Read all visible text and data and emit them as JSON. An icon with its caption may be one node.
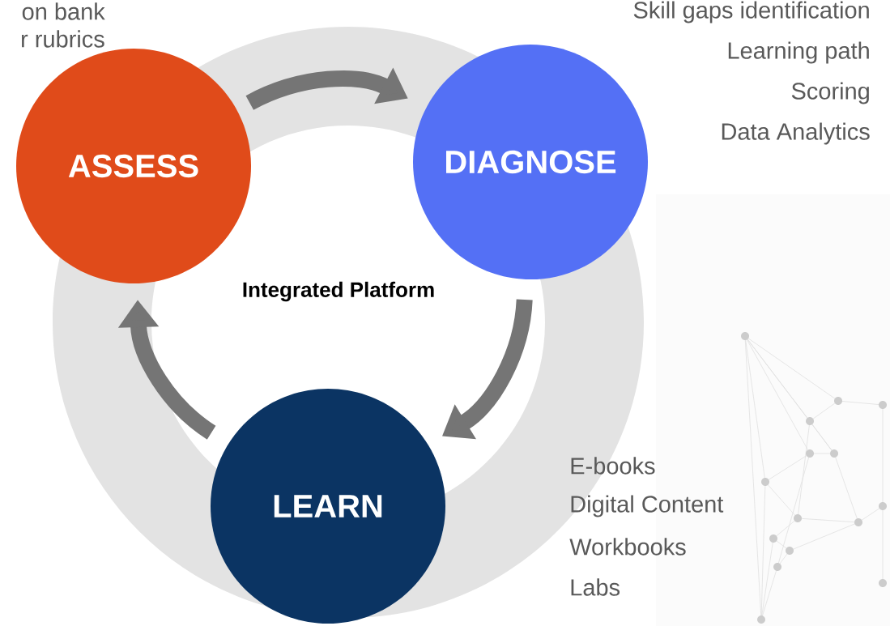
{
  "diagram": {
    "nodes": [
      {
        "text": [
          "ASSESS"
        ],
        "beside": [
          "on bank",
          "r rubrics"
        ]
      },
      {
        "text": [
          "DIAGNOSE"
        ],
        "beside": [
          "Skill gaps identification",
          "Learning path",
          "Scoring",
          "Data Analytics"
        ]
      },
      {
        "text": [
          "LEARN"
        ],
        "beside": [
          "E-books",
          "Digital Content",
          "Workbooks",
          "Labs"
        ]
      }
    ],
    "edges": [
      {
        "from": 0,
        "to": 1,
        "arrow": "to"
      },
      {
        "from": 1,
        "to": 2,
        "arrow": "to"
      },
      {
        "from": 2,
        "to": 0,
        "arrow": "to"
      }
    ],
    "labels": [
      "Integrated Platform"
    ]
  }
}
